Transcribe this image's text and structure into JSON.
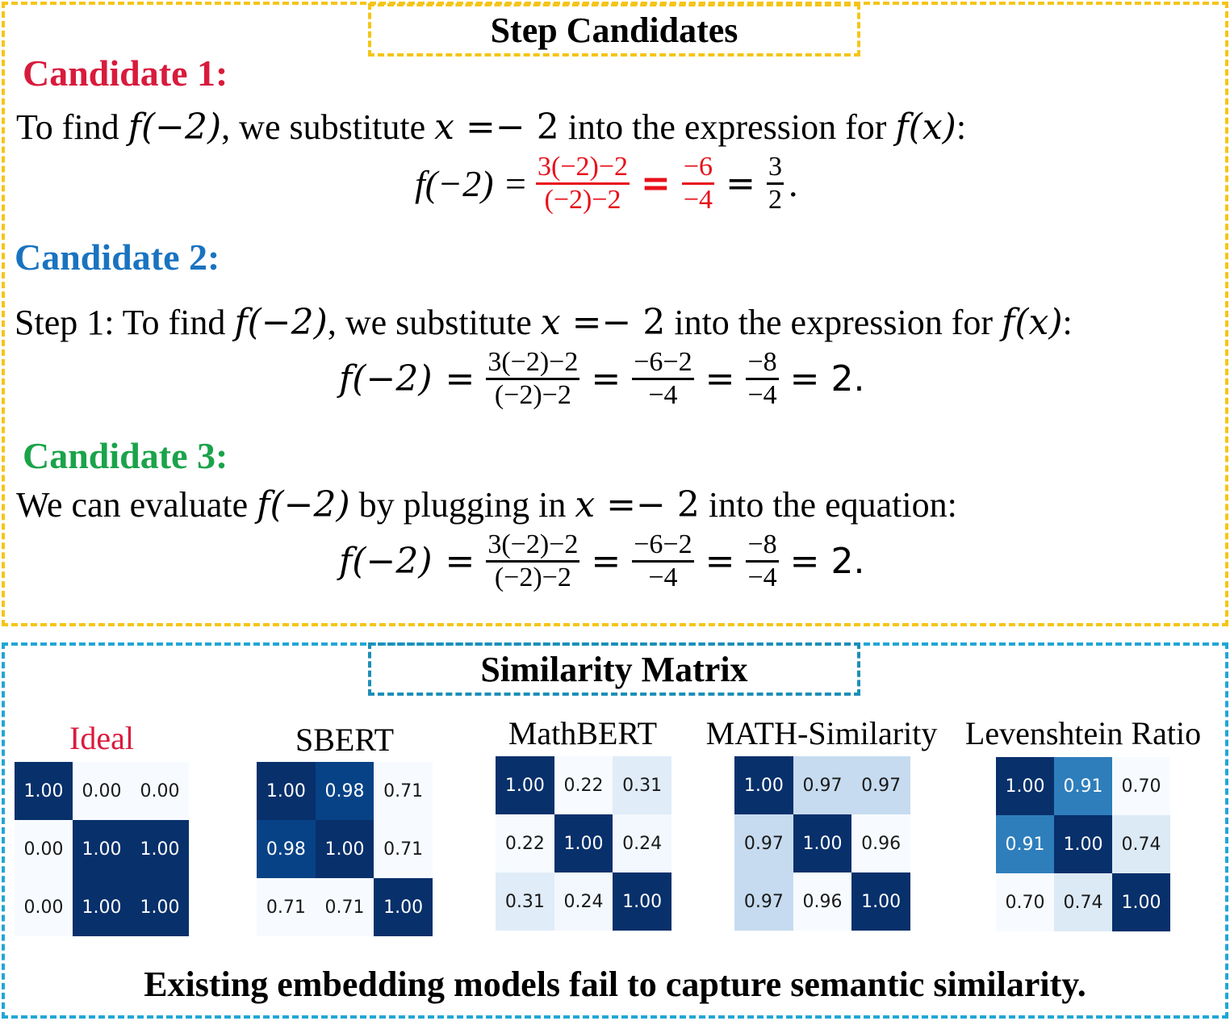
{
  "top_title": "Step Candidates",
  "bottom_title": "Similarity Matrix",
  "colors": {
    "candidate_1": "#d81b3c",
    "candidate_2": "#1a73c0",
    "candidate_3": "#1aa34a",
    "error": "#e8101a",
    "top_border": "#f5c518",
    "bottom_border": "#22a6d6"
  },
  "candidates": [
    {
      "label": "Candidate 1:",
      "text_prefix": "To find ",
      "fexpr": "f(−2)",
      "text_mid": ", we substitute ",
      "var": "x",
      "assign": " =− 2",
      "text_suffix": " into the expression for ",
      "fx": "f(x)",
      "text_end": ":",
      "eq": {
        "lhs": "f(−2) =",
        "f1_num": "3(−2)−2",
        "f1_den": "(−2)−2",
        "f2_num": "−6",
        "f2_den": "−4",
        "f3_num": "3",
        "f3_den": "2",
        "end": "."
      }
    },
    {
      "label": "Candidate 2:",
      "text_prefix": "Step 1: To find ",
      "fexpr": "f(−2)",
      "text_mid": ", we substitute ",
      "var": "x",
      "assign": " =− 2",
      "text_suffix": " into the expression for ",
      "fx": "f(x)",
      "text_end": ":",
      "eq": {
        "lhs": "f(−2)",
        "f1_num": "3(−2)−2",
        "f1_den": "(−2)−2",
        "f2_num": "−6−2",
        "f2_den": "−4",
        "f3_num": "−8",
        "f3_den": "−4",
        "result": "= 2."
      }
    },
    {
      "label": "Candidate 3:",
      "text_prefix": "We can evaluate ",
      "fexpr": "f(−2)",
      "text_mid": " by plugging in ",
      "var": "x",
      "assign": " =− 2",
      "text_suffix": " into the equation:",
      "eq": {
        "lhs": "f(−2)",
        "f1_num": "3(−2)−2",
        "f1_den": "(−2)−2",
        "f2_num": "−6−2",
        "f2_den": "−4",
        "f3_num": "−8",
        "f3_den": "−4",
        "result": "= 2."
      }
    }
  ],
  "eq_sign": "=",
  "matrices": [
    {
      "title": "Ideal",
      "title_color": "#d81b3c",
      "values": [
        [
          1.0,
          0.0,
          0.0
        ],
        [
          0.0,
          1.0,
          1.0
        ],
        [
          0.0,
          1.0,
          1.0
        ]
      ],
      "labels": [
        [
          "1.00",
          "0.00",
          "0.00"
        ],
        [
          "0.00",
          "1.00",
          "1.00"
        ],
        [
          "0.00",
          "1.00",
          "1.00"
        ]
      ]
    },
    {
      "title": "SBERT",
      "title_color": "#000000",
      "values": [
        [
          1.0,
          0.98,
          0.71
        ],
        [
          0.98,
          1.0,
          0.71
        ],
        [
          0.71,
          0.71,
          1.0
        ]
      ],
      "labels": [
        [
          "1.00",
          "0.98",
          "0.71"
        ],
        [
          "0.98",
          "1.00",
          "0.71"
        ],
        [
          "0.71",
          "0.71",
          "1.00"
        ]
      ]
    },
    {
      "title": "MathBERT",
      "title_color": "#000000",
      "values": [
        [
          1.0,
          0.22,
          0.31
        ],
        [
          0.22,
          1.0,
          0.24
        ],
        [
          0.31,
          0.24,
          1.0
        ]
      ],
      "labels": [
        [
          "1.00",
          "0.22",
          "0.31"
        ],
        [
          "0.22",
          "1.00",
          "0.24"
        ],
        [
          "0.31",
          "0.24",
          "1.00"
        ]
      ]
    },
    {
      "title": "MATH-Similarity",
      "title_color": "#000000",
      "values": [
        [
          1.0,
          0.97,
          0.97
        ],
        [
          0.97,
          1.0,
          0.96
        ],
        [
          0.97,
          0.96,
          1.0
        ]
      ],
      "labels": [
        [
          "1.00",
          "0.97",
          "0.97"
        ],
        [
          "0.97",
          "1.00",
          "0.96"
        ],
        [
          "0.97",
          "0.96",
          "1.00"
        ]
      ]
    },
    {
      "title": "Levenshtein Ratio",
      "title_color": "#000000",
      "values": [
        [
          1.0,
          0.91,
          0.7
        ],
        [
          0.91,
          1.0,
          0.74
        ],
        [
          0.7,
          0.74,
          1.0
        ]
      ],
      "labels": [
        [
          "1.00",
          "0.91",
          "0.70"
        ],
        [
          "0.91",
          "1.00",
          "0.74"
        ],
        [
          "0.70",
          "0.74",
          "1.00"
        ]
      ]
    }
  ],
  "footer": "Existing embedding models fail to capture semantic similarity."
}
